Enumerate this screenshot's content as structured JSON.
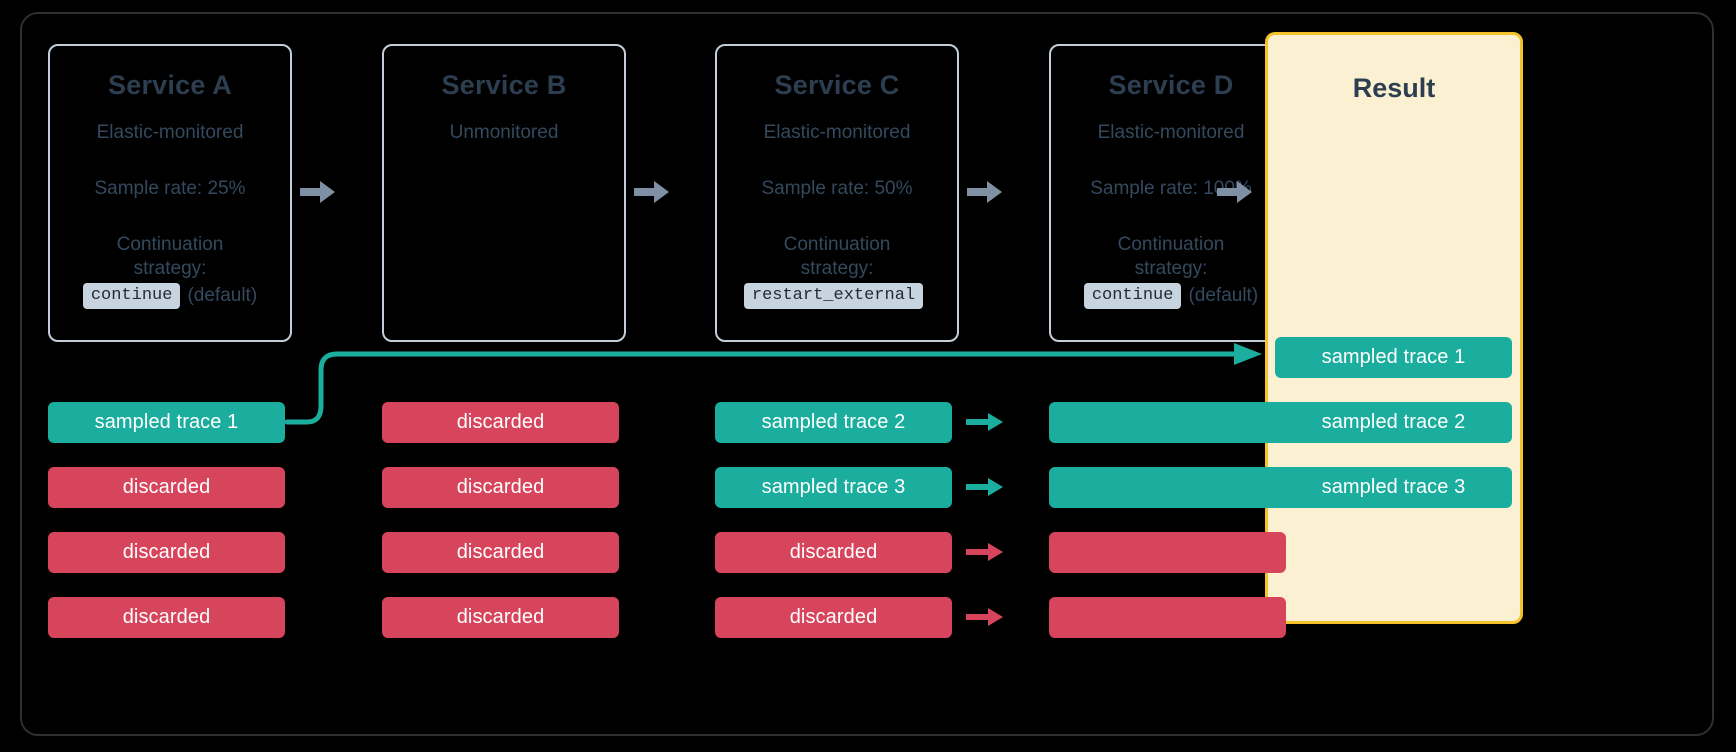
{
  "colors": {
    "sampled": "#1bae9e",
    "discarded": "#d7455c",
    "result_bg": "#fbf1d2",
    "result_border": "#f5c22b",
    "service_border": "#c3ced9",
    "service_text": "#34495e",
    "title_text": "#2c3e50",
    "gray_arrow": "#7f8fa4",
    "code_chip_bg": "#c7d3de",
    "background": "#000000"
  },
  "services": [
    {
      "id": "service-a",
      "title": "Service A",
      "monitoring": "Elastic-monitored",
      "sample_rate": "Sample rate: 25%",
      "strategy_label_line1": "Continuation",
      "strategy_label_line2": "strategy:",
      "strategy_value": "continue",
      "strategy_note": "(default)"
    },
    {
      "id": "service-b",
      "title": "Service B",
      "monitoring": "Unmonitored",
      "sample_rate": "",
      "strategy_label_line1": "",
      "strategy_label_line2": "",
      "strategy_value": "",
      "strategy_note": ""
    },
    {
      "id": "service-c",
      "title": "Service C",
      "monitoring": "Elastic-monitored",
      "sample_rate": "Sample rate: 50%",
      "strategy_label_line1": "Continuation",
      "strategy_label_line2": "strategy:",
      "strategy_value": "restart_external",
      "strategy_note": ""
    },
    {
      "id": "service-d",
      "title": "Service D",
      "monitoring": "Elastic-monitored",
      "sample_rate": "Sample rate: 100%",
      "strategy_label_line1": "Continuation",
      "strategy_label_line2": "strategy:",
      "strategy_value": "continue",
      "strategy_note": "(default)"
    }
  ],
  "result": {
    "title": "Result",
    "traces": [
      {
        "label": "sampled trace 1",
        "state": "sampled"
      },
      {
        "label": "sampled trace 2",
        "state": "sampled"
      },
      {
        "label": "sampled trace 3",
        "state": "sampled"
      }
    ]
  },
  "trace_columns": {
    "service_a": [
      {
        "label": "sampled trace 1",
        "state": "sampled"
      },
      {
        "label": "discarded",
        "state": "discarded"
      },
      {
        "label": "discarded",
        "state": "discarded"
      },
      {
        "label": "discarded",
        "state": "discarded"
      }
    ],
    "service_b": [
      {
        "label": "discarded",
        "state": "discarded"
      },
      {
        "label": "discarded",
        "state": "discarded"
      },
      {
        "label": "discarded",
        "state": "discarded"
      },
      {
        "label": "discarded",
        "state": "discarded"
      }
    ],
    "service_c": [
      {
        "label": "sampled trace 2",
        "state": "sampled"
      },
      {
        "label": "sampled trace 3",
        "state": "sampled"
      },
      {
        "label": "discarded",
        "state": "discarded"
      },
      {
        "label": "discarded",
        "state": "discarded"
      }
    ],
    "service_d": [
      {
        "label": "",
        "state": "sampled"
      },
      {
        "label": "",
        "state": "sampled"
      },
      {
        "label": "",
        "state": "discarded"
      },
      {
        "label": "",
        "state": "discarded"
      }
    ]
  },
  "connectors": {
    "service_arrows": [
      "arrow-a-to-b",
      "arrow-b-to-c",
      "arrow-c-to-d",
      "arrow-d-to-result"
    ],
    "trace1_path_description": "curved teal line from sampled trace 1 to result"
  }
}
